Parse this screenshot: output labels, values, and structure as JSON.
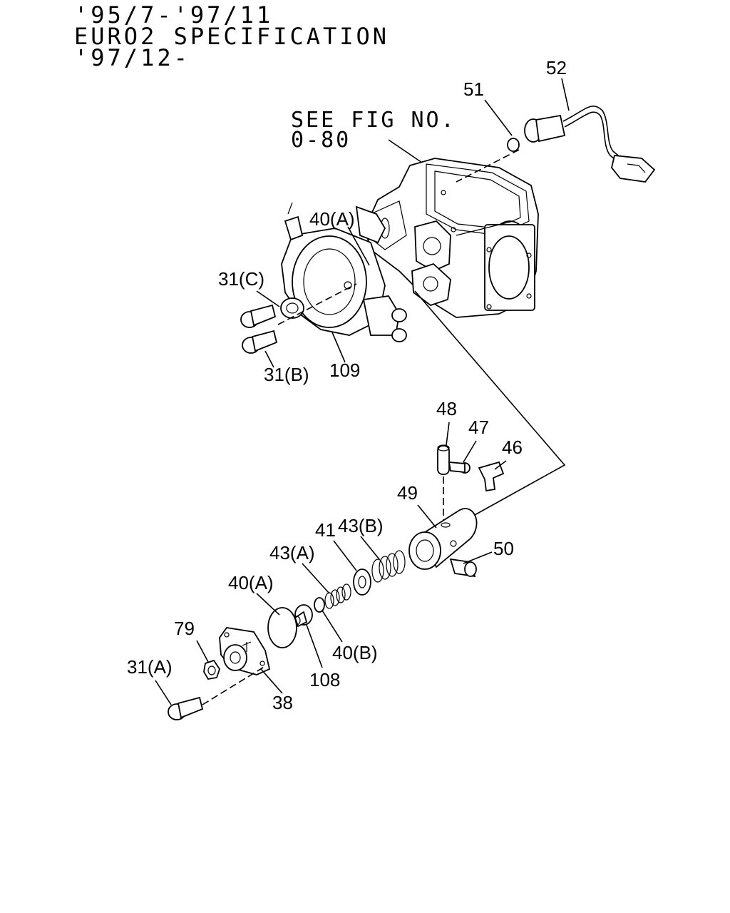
{
  "header": {
    "line1": "'95/7-'97/11",
    "line2": "EURO2 SPECIFICATION",
    "line3": "'97/12-"
  },
  "see_fig": {
    "line1": "SEE FIG NO.",
    "line2": "0-80"
  },
  "callouts": [
    {
      "id": "52",
      "text": "52"
    },
    {
      "id": "51",
      "text": "51"
    },
    {
      "id": "40a-top",
      "text": "40(A)"
    },
    {
      "id": "31c",
      "text": "31(C)"
    },
    {
      "id": "31b",
      "text": "31(B)"
    },
    {
      "id": "109",
      "text": "109"
    },
    {
      "id": "48",
      "text": "48"
    },
    {
      "id": "47",
      "text": "47"
    },
    {
      "id": "46",
      "text": "46"
    },
    {
      "id": "49",
      "text": "49"
    },
    {
      "id": "43b",
      "text": "43(B)"
    },
    {
      "id": "41",
      "text": "41"
    },
    {
      "id": "43a",
      "text": "43(A)"
    },
    {
      "id": "50",
      "text": "50"
    },
    {
      "id": "40a-low",
      "text": "40(A)"
    },
    {
      "id": "79",
      "text": "79"
    },
    {
      "id": "31a",
      "text": "31(A)"
    },
    {
      "id": "40b",
      "text": "40(B)"
    },
    {
      "id": "108",
      "text": "108"
    },
    {
      "id": "38",
      "text": "38"
    }
  ]
}
